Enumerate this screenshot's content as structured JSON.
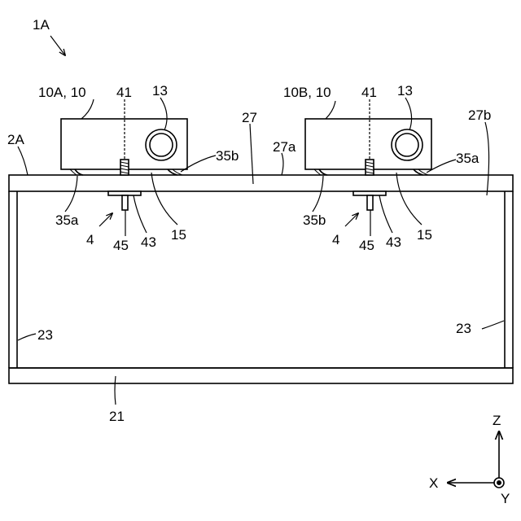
{
  "figure": {
    "ref": "1A",
    "labels": {
      "proj_a": "10A, 10",
      "proj_b": "10B, 10",
      "l41": "41",
      "l13": "13",
      "l27": "27",
      "l27a": "27a",
      "l27b": "27b",
      "l2A": "2A",
      "l35a": "35a",
      "l35b": "35b",
      "l15": "15",
      "l4": "4",
      "l45": "45",
      "l43": "43",
      "l23": "23",
      "l21": "21"
    },
    "axes": {
      "z": "Z",
      "x": "X",
      "y": "Y"
    }
  }
}
